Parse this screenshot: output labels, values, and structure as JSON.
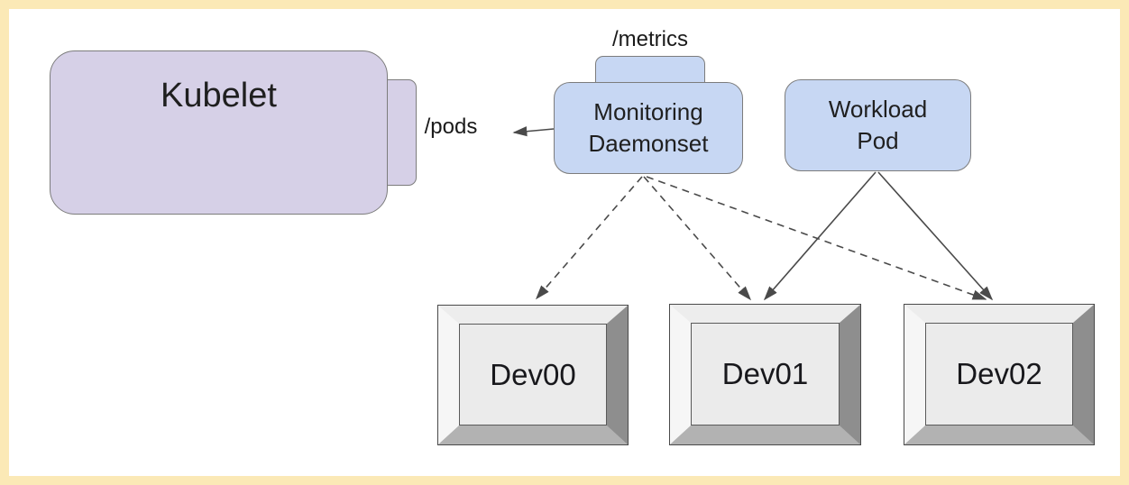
{
  "colors": {
    "frame": "#fbe9b6",
    "kubelet_fill": "#d6d0e7",
    "pod_fill": "#c7d7f3",
    "shape_border": "#7c7c7c",
    "arrow": "#4a4a4a"
  },
  "nodes": {
    "kubelet": {
      "label": "Kubelet"
    },
    "monitoring_daemonset": {
      "line1": "Monitoring",
      "line2": "Daemonset",
      "tab_label": "/metrics"
    },
    "workload_pod": {
      "line1": "Workload",
      "line2": "Pod"
    },
    "devices": [
      {
        "label": "Dev00"
      },
      {
        "label": "Dev01"
      },
      {
        "label": "Dev02"
      }
    ],
    "pods_endpoint_label": "/pods"
  },
  "edges": [
    {
      "from": "monitoring-daemonset",
      "to": "kubelet",
      "label": "/pods",
      "style": "solid"
    },
    {
      "from": "monitoring-daemonset",
      "to": "dev00",
      "style": "dashed"
    },
    {
      "from": "monitoring-daemonset",
      "to": "dev01",
      "style": "dashed"
    },
    {
      "from": "monitoring-daemonset",
      "to": "dev02",
      "style": "dashed"
    },
    {
      "from": "workload-pod",
      "to": "dev01",
      "style": "solid"
    },
    {
      "from": "workload-pod",
      "to": "dev02",
      "style": "solid"
    }
  ]
}
